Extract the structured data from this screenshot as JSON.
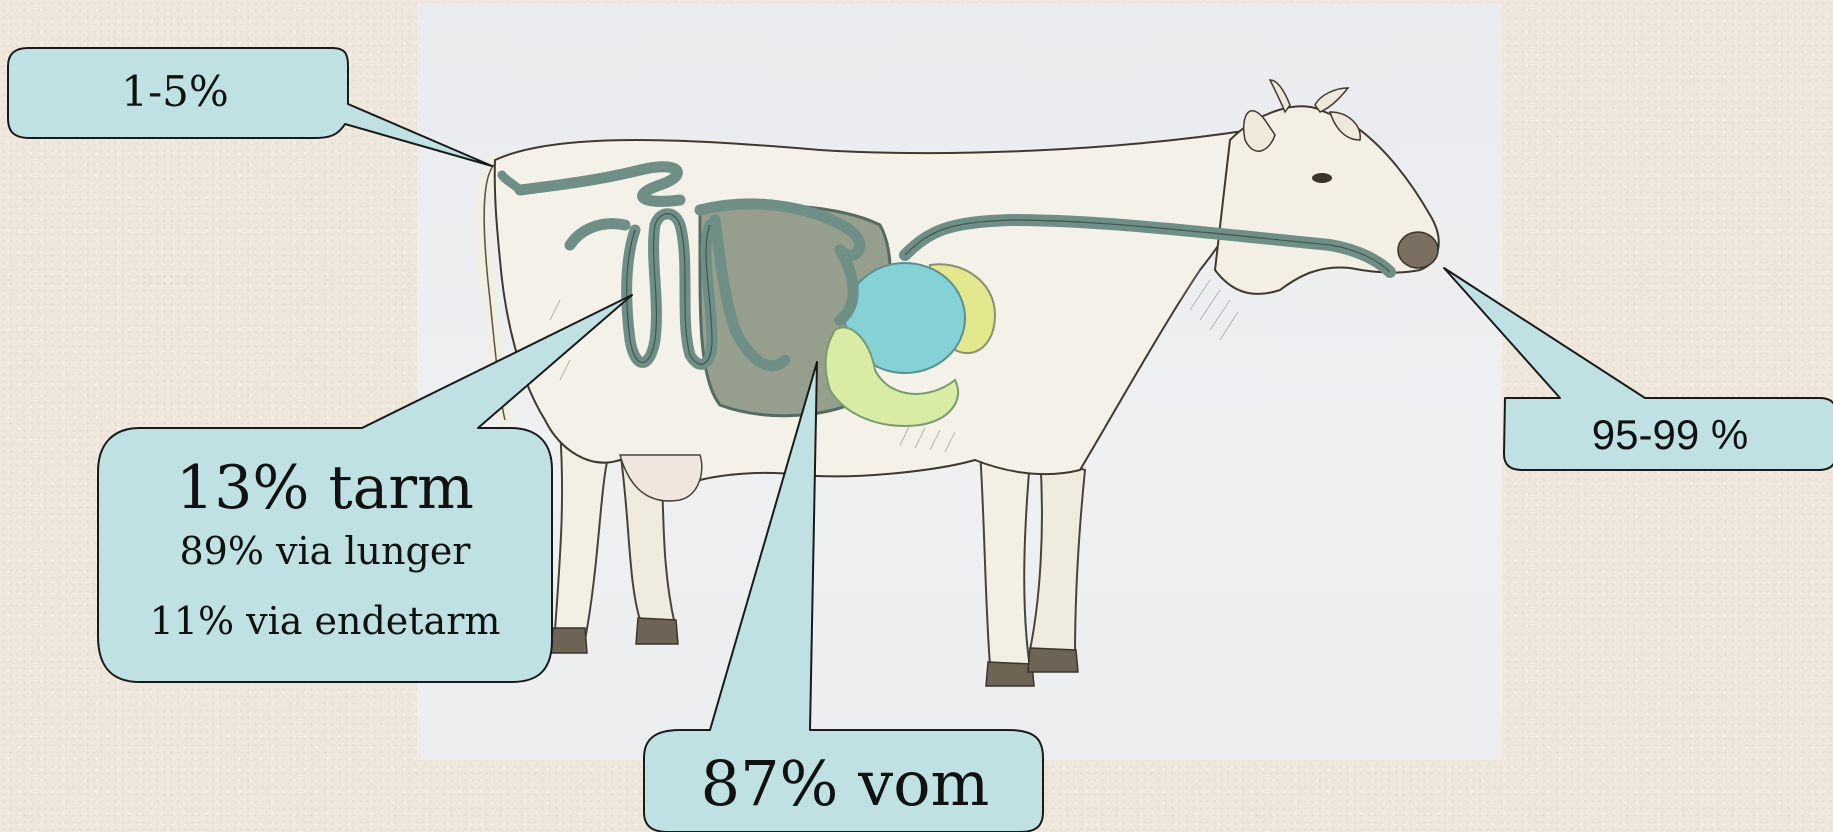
{
  "colors": {
    "callout_fill": "#bfe1e3",
    "callout_stroke": "#1a1a1a",
    "intestine": "#6f8f86",
    "rumen": "#8f9a86",
    "stomach_blue": "#7fcfd6",
    "stomach_yellow": "#dfe58f"
  },
  "callouts": {
    "tail": {
      "text": "1-5%"
    },
    "mouth": {
      "text": "95-99 %"
    },
    "intestine": {
      "title": "13% tarm",
      "line1": "89% via lunger",
      "line2": "11% via endetarm"
    },
    "rumen": {
      "text": "87% vom"
    }
  }
}
